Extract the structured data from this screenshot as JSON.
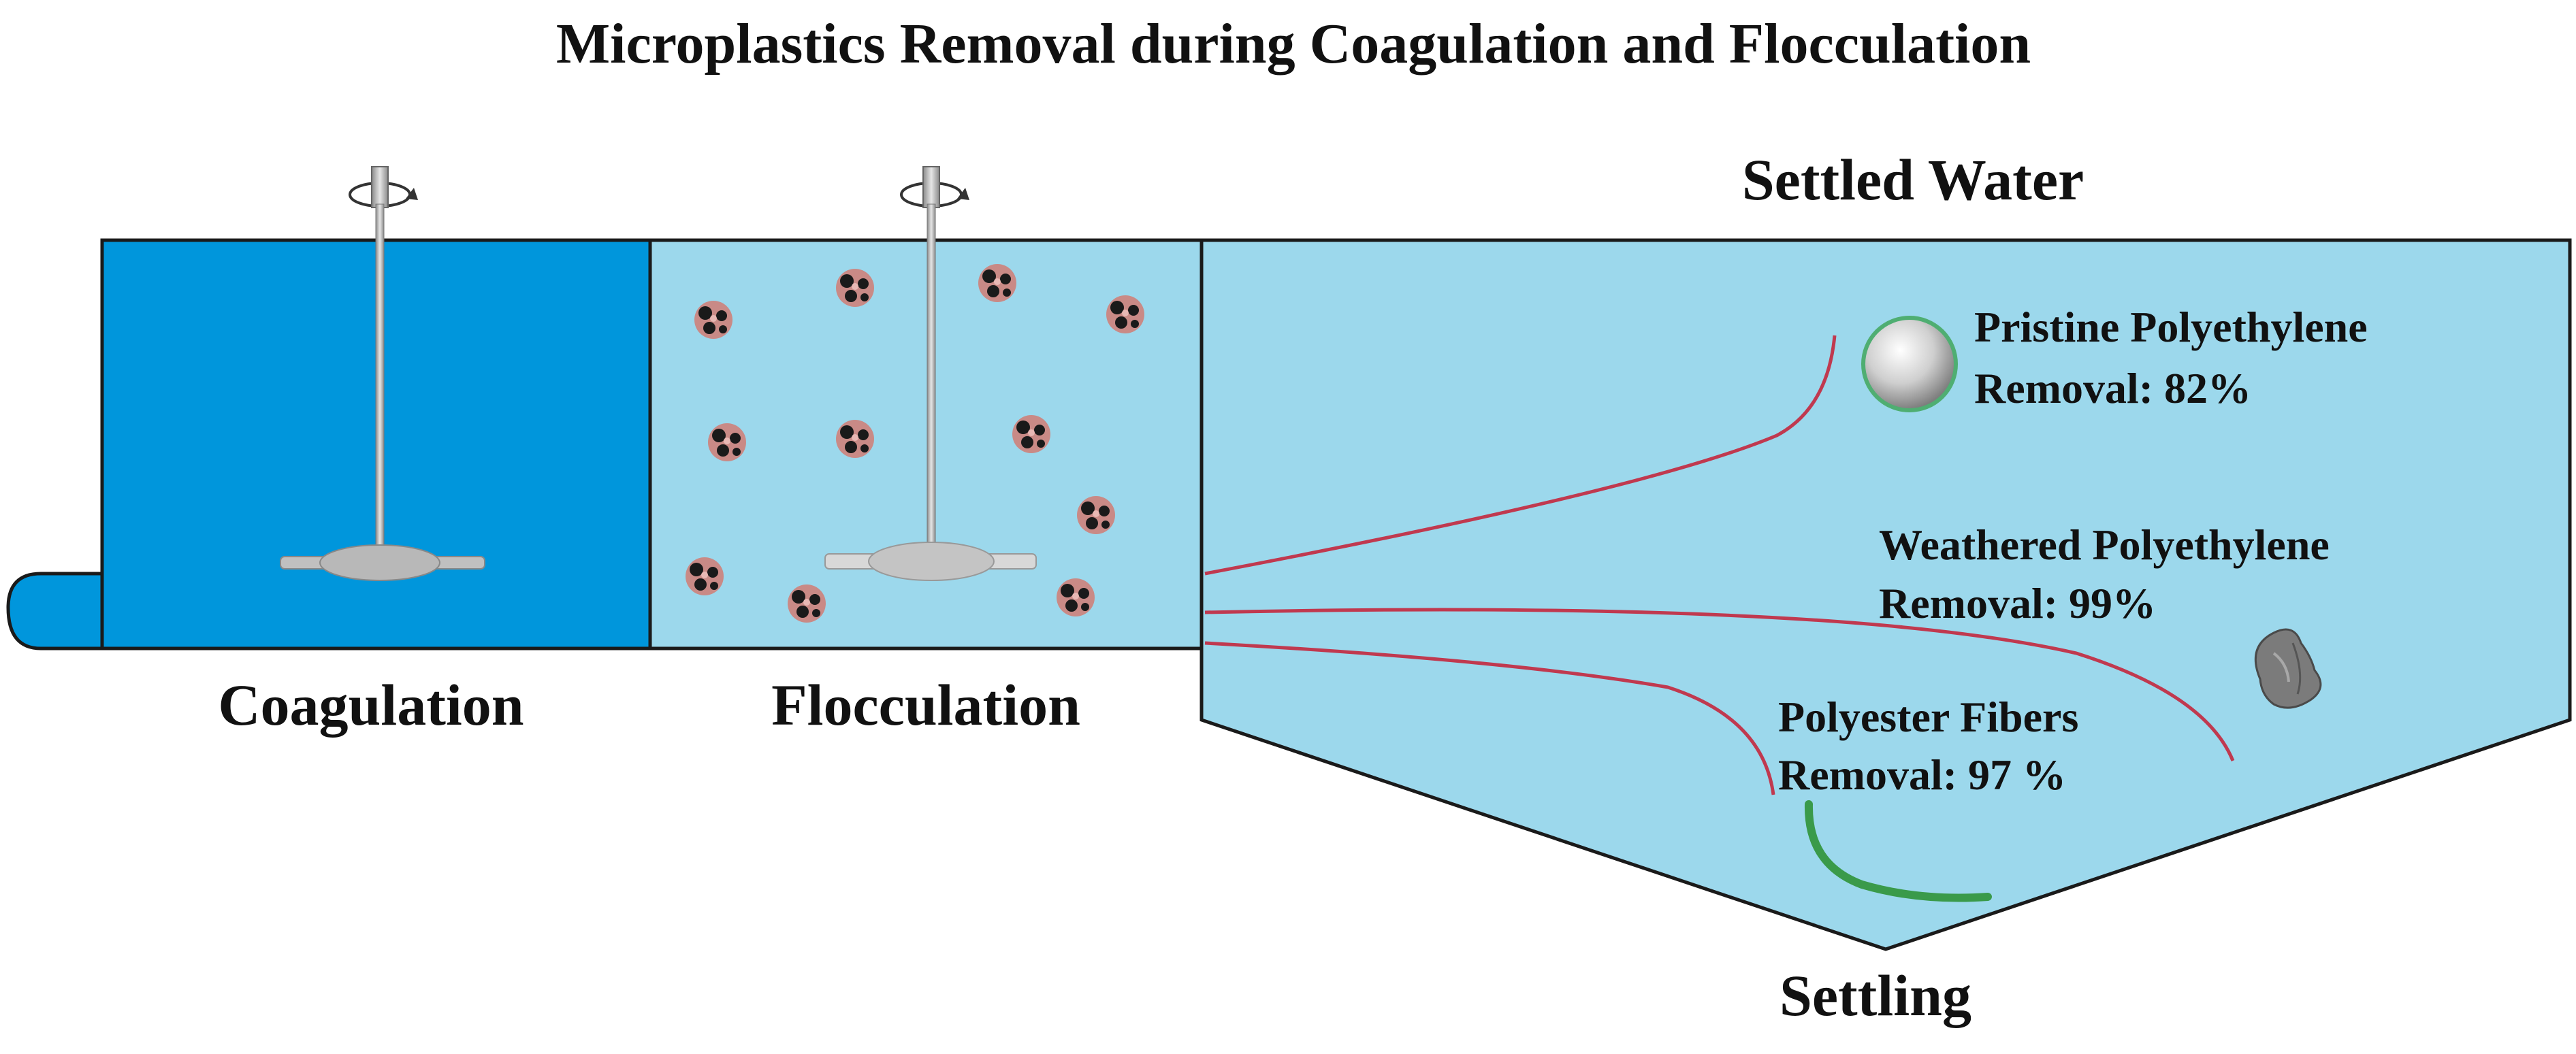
{
  "diagram": {
    "title": "Microplastics Removal during Coagulation and Flocculation",
    "stages": {
      "coagulation": "Coagulation",
      "flocculation": "Flocculation",
      "settling": "Settling"
    },
    "settled_water_label": "Settled Water",
    "particles": [
      {
        "name": "Pristine Polyethylene",
        "removal": "Removal: 82%"
      },
      {
        "name": "Weathered Polyethylene",
        "removal": "Removal: 99%"
      },
      {
        "name": "Polyester Fibers",
        "removal": "Removal: 97 %"
      }
    ],
    "colors": {
      "coagulation_water": "#0096dc",
      "flocculation_water": "#9cd8ec",
      "settling_water": "#9cd8ec",
      "outline": "#1a1a1a",
      "path_lines": "#c0394f",
      "fiber": "#3a9a4a",
      "mixer": "#b8b8b8"
    },
    "icons": {
      "mixer": "impeller-mixer-icon",
      "rotation": "rotation-arrow-icon",
      "floc": "floc-particle-icon",
      "pristine_pe": "pristine-polyethylene-sphere-icon",
      "weathered_pe": "weathered-polyethylene-fragment-icon",
      "fiber": "polyester-fiber-icon"
    }
  }
}
